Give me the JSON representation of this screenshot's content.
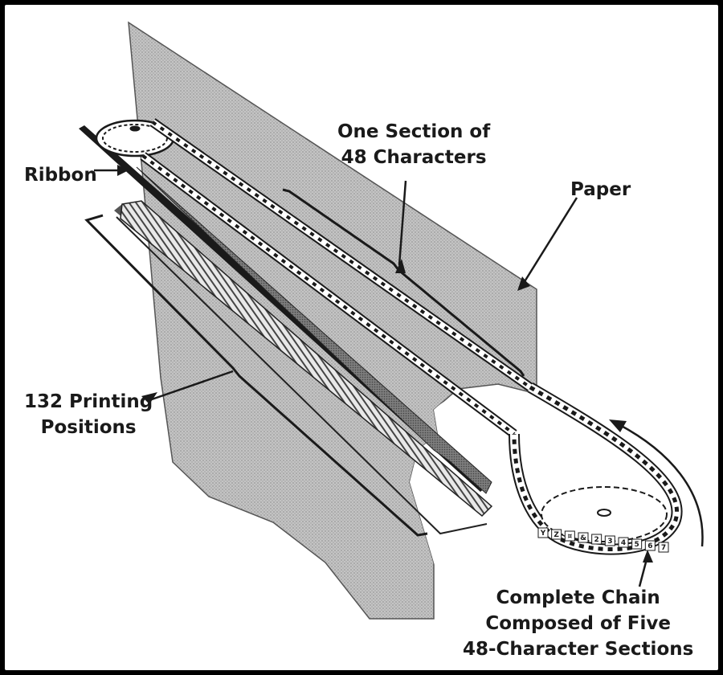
{
  "labels": {
    "ribbon": "Ribbon",
    "section": [
      "One Section of",
      "48 Characters"
    ],
    "paper": "Paper",
    "positions": [
      "132 Printing",
      "Positions"
    ],
    "chain": [
      "Complete Chain",
      "Composed of Five",
      "48-Character Sections"
    ]
  },
  "chain_characters": [
    "Y",
    "Z",
    "¤",
    "&",
    "2",
    "3",
    "4",
    "5",
    "6",
    "7"
  ],
  "colors": {
    "ink": "#1a1a1a",
    "paper": "#b8b8b8",
    "paper_dark": "#8a8a8a",
    "background": "#ffffff"
  }
}
